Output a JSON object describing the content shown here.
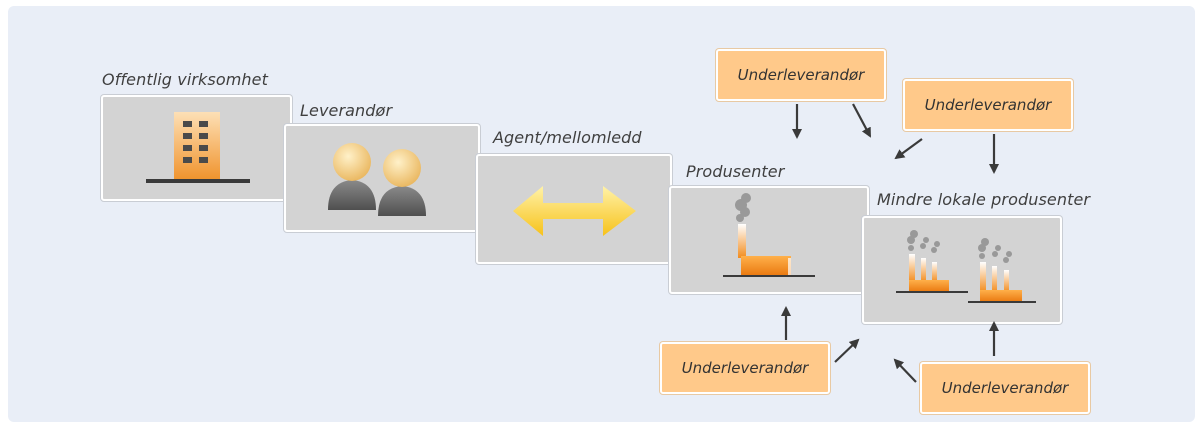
{
  "labels": {
    "public": "Offentlig virksomhet",
    "supplier": "Leverandør",
    "agent": "Agent/mellomledd",
    "producers": "Produsenter",
    "local_producers": "Mindre lokale produsenter"
  },
  "subcontractors": [
    "Underleverandør",
    "Underleverandør",
    "Underleverandør",
    "Underleverandør"
  ],
  "colors": {
    "background": "#e9eef7",
    "card": "#d3d3d3",
    "subcontractor": "#ffc98a",
    "accent_orange": "#f28c1e",
    "arrow_yellow": "#ffd23a",
    "arrow": "#3a3a3a"
  },
  "icons": {
    "public": "office-building-icon",
    "supplier": "people-icon",
    "agent": "double-arrow-icon",
    "producers": "factory-icon",
    "local_producers": "small-factories-icon"
  }
}
